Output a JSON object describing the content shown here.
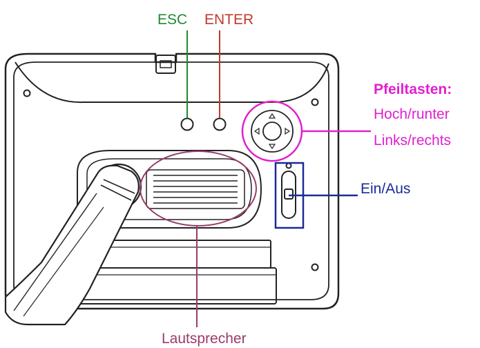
{
  "labels": {
    "esc": "ESC",
    "enter": "ENTER",
    "arrows_title": "Pfeiltasten:",
    "arrows_line1": "Hoch/runter",
    "arrows_line2": "Links/rechts",
    "power": "Ein/Aus",
    "speaker": "Lautsprecher"
  },
  "colors": {
    "esc": "#1e8a2e",
    "enter": "#c0392b",
    "arrows": "#e020d0",
    "power": "#1a2a9a",
    "speaker": "#9b3a6a",
    "device_outline": "#222222"
  }
}
